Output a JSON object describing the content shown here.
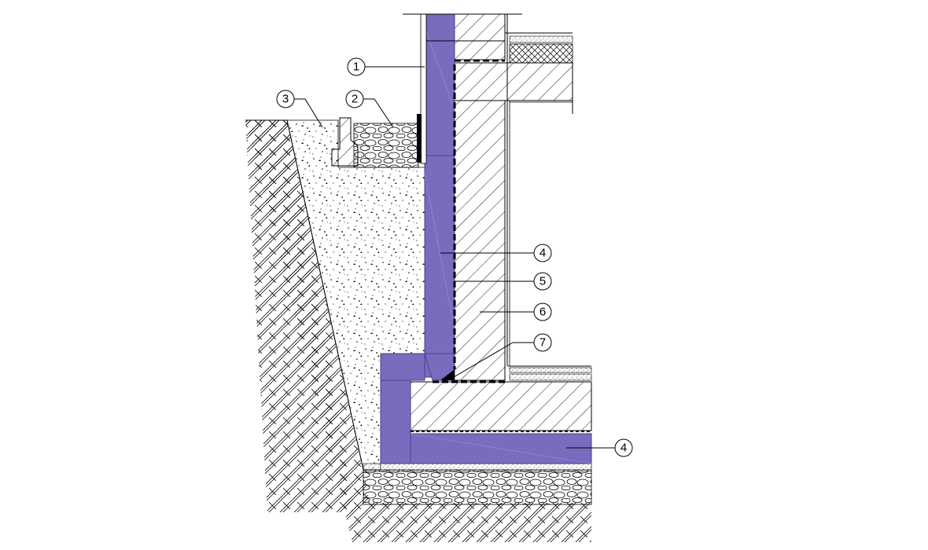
{
  "diagram": {
    "callouts": [
      {
        "id": "c1",
        "label": "1"
      },
      {
        "id": "c2",
        "label": "2"
      },
      {
        "id": "c3",
        "label": "3"
      },
      {
        "id": "c4a",
        "label": "4"
      },
      {
        "id": "c5",
        "label": "5"
      },
      {
        "id": "c6",
        "label": "6"
      },
      {
        "id": "c7",
        "label": "7"
      },
      {
        "id": "c4b",
        "label": "4"
      }
    ],
    "colors": {
      "insulation": "#7b6bbf",
      "insulation_edge": "#4a3f8a",
      "line": "#000000",
      "background": "#ffffff"
    }
  }
}
